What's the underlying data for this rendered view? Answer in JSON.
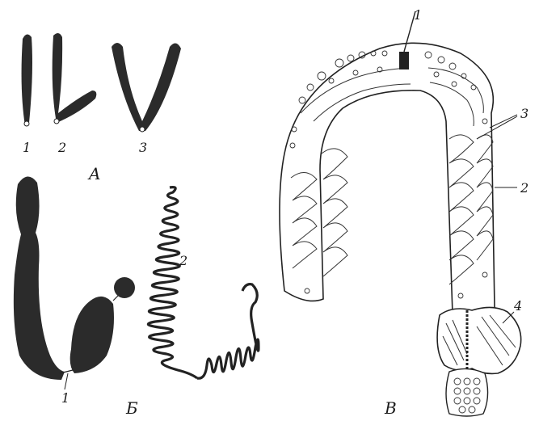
{
  "panels": {
    "A": {
      "letter": "A",
      "items": [
        "1",
        "2",
        "3"
      ]
    },
    "B": {
      "letter": "Б",
      "items": [
        "1",
        "2"
      ]
    },
    "V": {
      "letter": "В",
      "items": [
        "1",
        "2",
        "3",
        "4"
      ]
    }
  },
  "colors": {
    "ink": "#2b2b2b",
    "paper": "#ffffff"
  }
}
